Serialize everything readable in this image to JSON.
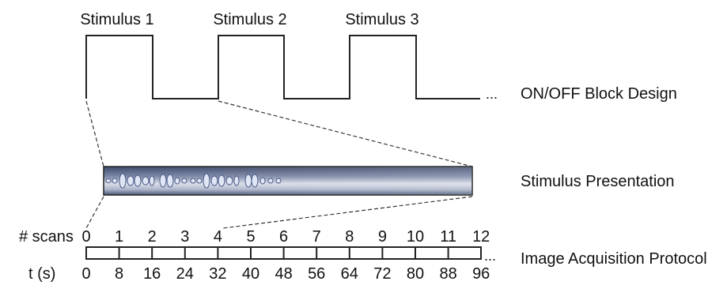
{
  "block_design": {
    "stimuli": [
      "Stimulus 1",
      "Stimulus 2",
      "Stimulus 3"
    ],
    "ellipsis": "...",
    "label": "ON/OFF Block Design"
  },
  "stimulus_presentation": {
    "label": "Stimulus Presentation"
  },
  "acquisition": {
    "scans_label": "# scans",
    "time_label": "t (s)",
    "scans": [
      "0",
      "1",
      "2",
      "3",
      "4",
      "5",
      "6",
      "7",
      "8",
      "9",
      "10",
      "11",
      "12"
    ],
    "times": [
      "0",
      "8",
      "16",
      "24",
      "32",
      "40",
      "48",
      "56",
      "64",
      "72",
      "80",
      "88",
      "96"
    ],
    "ellipsis": "...",
    "label": "Image Acquisition Protocol"
  }
}
